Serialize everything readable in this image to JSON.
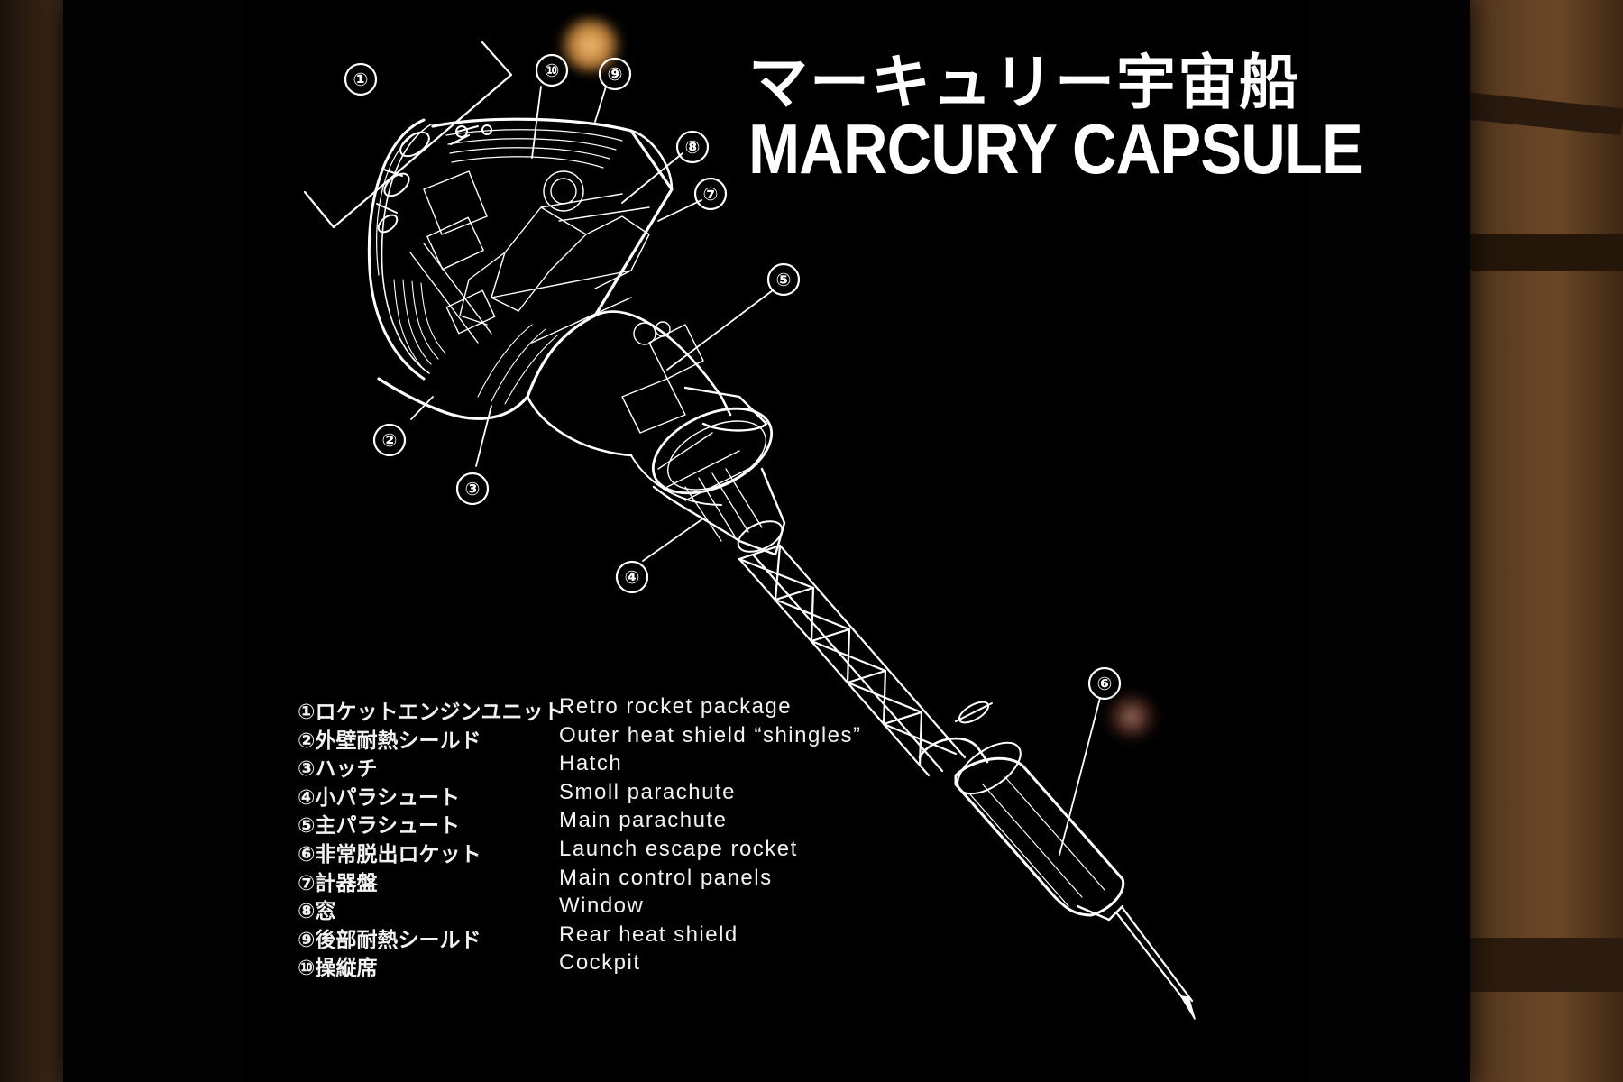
{
  "title": {
    "japanese": "マーキュリー宇宙船",
    "english": "MARCURY CAPSULE"
  },
  "callouts": [
    "①",
    "②",
    "③",
    "④",
    "⑤",
    "⑥",
    "⑦",
    "⑧",
    "⑨",
    "⑩"
  ],
  "legend": [
    {
      "number": "①",
      "japanese": "ロケットエンジンユニット",
      "english": "Retro rocket package"
    },
    {
      "number": "②",
      "japanese": "外壁耐熱シールド",
      "english": "Outer heat shield “shingles”"
    },
    {
      "number": "③",
      "japanese": "ハッチ",
      "english": "Hatch"
    },
    {
      "number": "④",
      "japanese": "小パラシュート",
      "english": "Smoll parachute"
    },
    {
      "number": "⑤",
      "japanese": "主パラシュート",
      "english": "Main parachute"
    },
    {
      "number": "⑥",
      "japanese": "非常脱出ロケット",
      "english": "Launch escape rocket"
    },
    {
      "number": "⑦",
      "japanese": "計器盤",
      "english": "Main control panels"
    },
    {
      "number": "⑧",
      "japanese": "窓",
      "english": "Window"
    },
    {
      "number": "⑨",
      "japanese": "後部耐熱シールド",
      "english": "Rear heat shield"
    },
    {
      "number": "⑩",
      "japanese": "操縦席",
      "english": "Cockpit"
    }
  ],
  "colors": {
    "panel": "#000000",
    "ink": "#ffffff",
    "backdrop": "#5a3b20"
  }
}
